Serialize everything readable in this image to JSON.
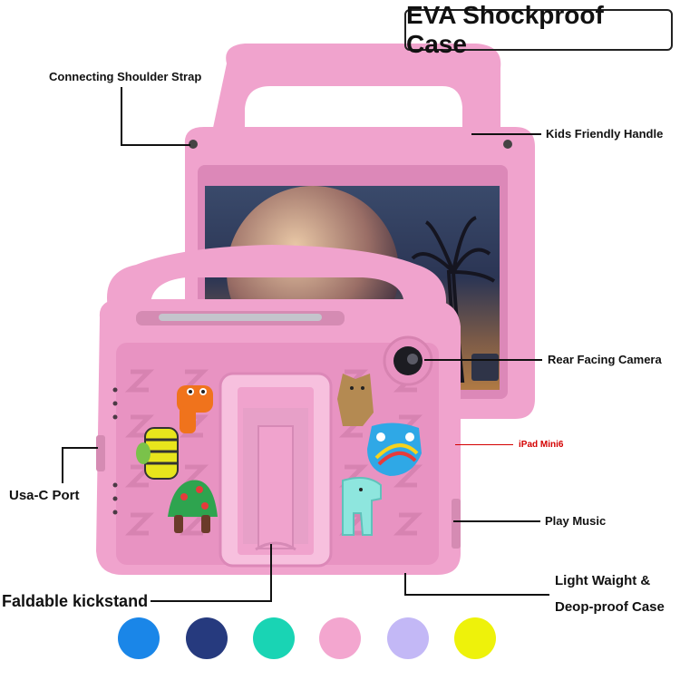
{
  "title": "EVA Shockproof Case",
  "labels": {
    "shoulder_strap": "Connecting Shoulder Strap",
    "handle": "Kids Friendly Handle",
    "camera": "Rear Facing Camera",
    "model": "iPad Mini6",
    "usb": "Usa-C Port",
    "music": "Play Music",
    "kickstand": "Faldable kickstand",
    "light_line1": "Light Waight &",
    "light_line2": "Deop-proof Case"
  },
  "color_options": [
    {
      "name": "blue",
      "color": "#1a86e8"
    },
    {
      "name": "navy",
      "color": "#263a7e"
    },
    {
      "name": "mint",
      "color": "#19d4b4"
    },
    {
      "name": "pink",
      "color": "#f3a6cf"
    },
    {
      "name": "lavender",
      "color": "#c3b8f6"
    },
    {
      "name": "yellow",
      "color": "#eef20a"
    }
  ],
  "colors": {
    "case_pink": "#f0a3cd",
    "case_pink_dark": "#dc88b8",
    "case_pink_light": "#f7c0de"
  }
}
